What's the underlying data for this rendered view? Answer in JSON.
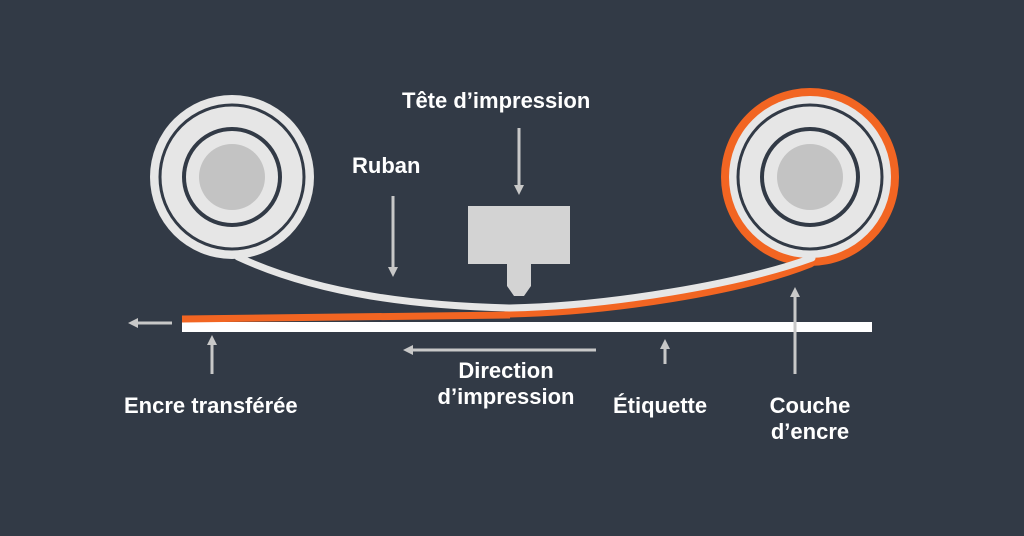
{
  "labels": {
    "print_head": "Tête d’impression",
    "ribbon": "Ruban",
    "direction_line1": "Direction",
    "direction_line2": "d’impression",
    "transferred_ink": "Encre transférée",
    "label": "Étiquette",
    "ink_layer_line1": "Couche",
    "ink_layer_line2": "d’encre"
  },
  "colors": {
    "background": "#323a46",
    "roll": "#e6e6e6",
    "core": "#c3c3c3",
    "ink": "#f26522",
    "head": "#d3d3d3",
    "label_strip": "#ffffff",
    "arrow": "#c8c8c8"
  }
}
